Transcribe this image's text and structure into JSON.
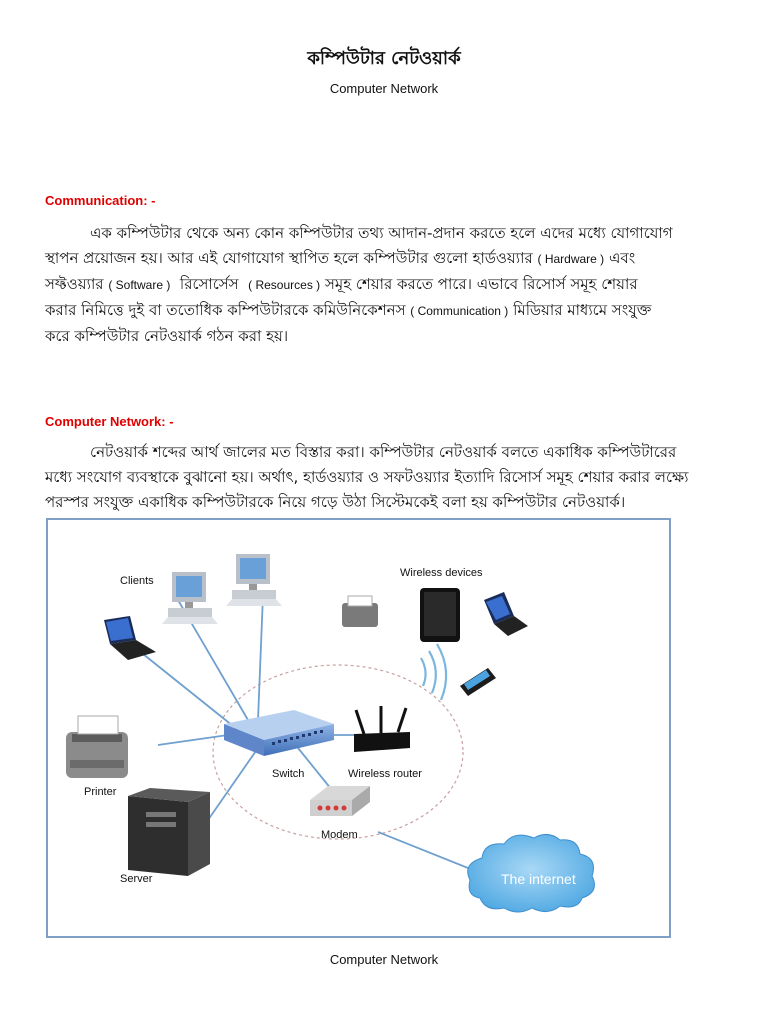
{
  "title": "কম্পিউটার নেটওয়ার্ক",
  "subtitle": "Computer Network",
  "sections": [
    {
      "heading": "Communication: -",
      "lines": [
        "এক কম্পিউটার থেকে অন্য কোন কম্পিউটার তথ্য আদান-প্রদান করতে হলে এদের মধ্যে যোগাযোগ",
        "স্থাপন প্রয়োজন হয়। আর এই যোগাযোগ স্থাপিত হলে কম্পিউটার গুলো হার্ডওয়্যার",
        "( Hardware )",
        "এবং",
        "সফ্টওয়্যার",
        "( Software )",
        "রিসোর্সেস",
        "( Resources )",
        "সমূহ শেয়ার করতে পারে। এভাবে রিসোর্স সমূহ শেয়ার",
        "করার নিমিত্তে দুই বা ততোধিক কম্পিউটারকে কমিউনিকেশনস",
        "( Communication )",
        "মিডিয়ার মাধ্যমে সংযুক্ত",
        "করে কম্পিউটার নেটওয়ার্ক গঠন করা হয়।"
      ]
    },
    {
      "heading": "Computer Network: -",
      "lines": [
        "নেটওয়ার্ক শব্দের আর্থ জালের মত বিস্তার করা। কম্পিউটার নেটওয়ার্ক বলতে একাধিক কম্পিউটারের",
        "মধ্যে সংযোগ ব্যবস্থাকে বুঝানো হয়। অর্থাৎ, হার্ডওয়্যার ও সফটওয়্যার ইত্যাদি রিসোর্স সমূহ শেয়ার করার লক্ষ্যে",
        "পরস্পর সংযুক্ত একাধিক কম্পিউটারকে নিয়ে গড়ে উঠা সিস্টেমকেই বলা হয় কম্পিউটার নেটওয়ার্ক।"
      ]
    }
  ],
  "diagram": {
    "labels": {
      "clients": "Clients",
      "wireless_devices": "Wireless devices",
      "printer": "Printer",
      "server": "Server",
      "switch": "Switch",
      "wireless_router": "Wireless router",
      "modem": "Modem",
      "internet": "The internet"
    }
  },
  "caption": "Computer Network"
}
